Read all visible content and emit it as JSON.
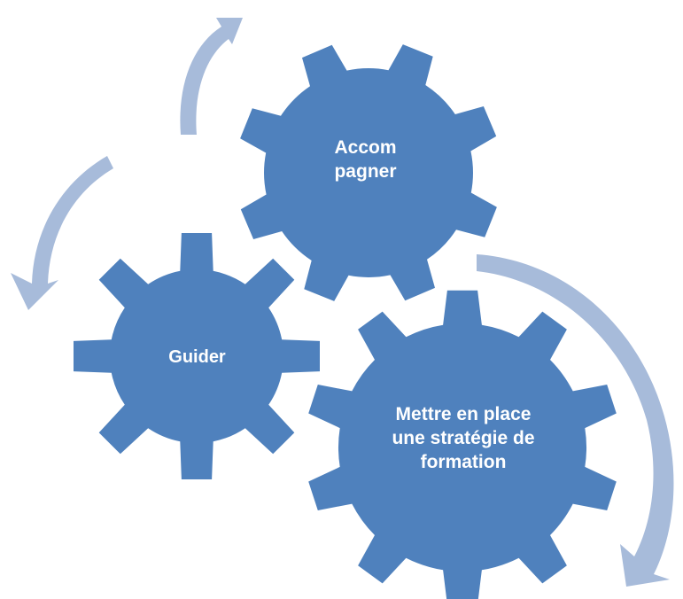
{
  "gears": [
    {
      "id": "large",
      "label": "Mettre en place\nune stratégie de\nformation",
      "color": "#4F81BD"
    },
    {
      "id": "top",
      "label": "Accom\npagner",
      "color": "#4F81BD"
    },
    {
      "id": "left",
      "label": "Guider",
      "color": "#4F81BD"
    }
  ],
  "arrow_color": "#A7BBDA"
}
